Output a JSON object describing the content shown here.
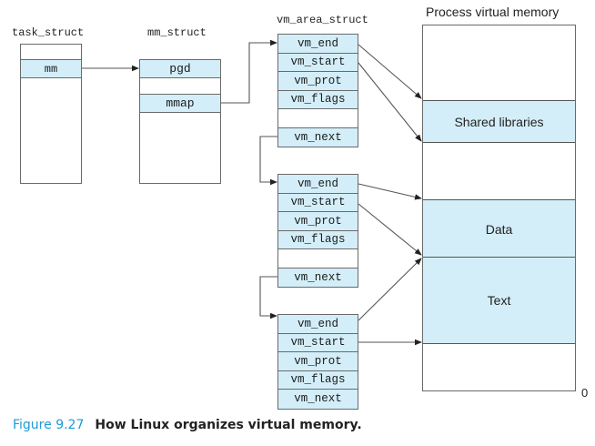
{
  "headers": {
    "task_struct": "task_struct",
    "mm_struct": "mm_struct",
    "vm_area_struct": "vm_area_struct",
    "process_memory": "Process virtual memory"
  },
  "task_struct": {
    "fields": [
      "mm"
    ]
  },
  "mm_struct": {
    "fields": [
      "pgd",
      "mmap"
    ]
  },
  "vm_areas": [
    {
      "rows": [
        "vm_end",
        "vm_start",
        "vm_prot",
        "vm_flags",
        "",
        "vm_next"
      ]
    },
    {
      "rows": [
        "vm_end",
        "vm_start",
        "vm_prot",
        "vm_flags",
        "",
        "vm_next"
      ]
    },
    {
      "rows": [
        "vm_end",
        "vm_start",
        "vm_prot",
        "vm_flags",
        "vm_next"
      ]
    }
  ],
  "memory": {
    "segments": [
      "Shared libraries",
      "Data",
      "Text"
    ],
    "bottom_address": "0"
  },
  "caption": {
    "number": "Figure 9.27",
    "title": "How Linux organizes virtual memory."
  },
  "colors": {
    "field_fill": "#d3eef9",
    "caption_accent": "#1a9bd7"
  }
}
